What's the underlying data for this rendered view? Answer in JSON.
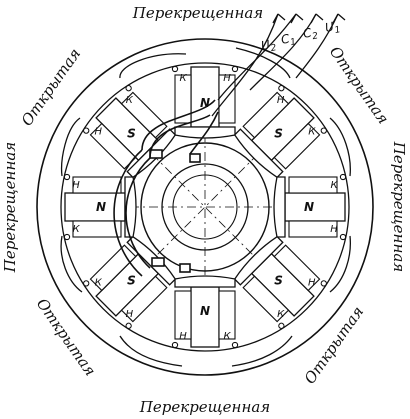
{
  "connection_labels": {
    "top": "Перекрещенная",
    "bottom": "Перекрещенная",
    "left": "Перекрещенная",
    "right": "Перекрещенная",
    "upper_left": "Открытая",
    "upper_right": "Открытая",
    "lower_left": "Открытая",
    "lower_right": "Открытая"
  },
  "poles": [
    {
      "id": "top",
      "letter": "N"
    },
    {
      "id": "upper-right",
      "letter": "S"
    },
    {
      "id": "right",
      "letter": "N"
    },
    {
      "id": "lower-right",
      "letter": "S"
    },
    {
      "id": "bottom",
      "letter": "N"
    },
    {
      "id": "lower-left",
      "letter": "S"
    },
    {
      "id": "left",
      "letter": "N"
    },
    {
      "id": "upper-left",
      "letter": "S"
    }
  ],
  "coil_terminals": {
    "start": "Н",
    "end": "К"
  },
  "leads": [
    "U2",
    "C1",
    "C2",
    "U1"
  ]
}
